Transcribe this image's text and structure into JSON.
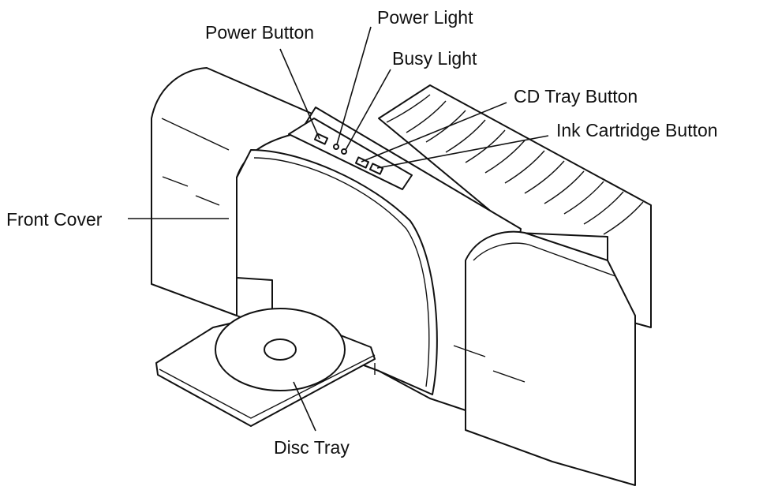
{
  "labels": {
    "power_button": "Power Button",
    "power_light": "Power Light",
    "busy_light": "Busy Light",
    "cd_tray_button": "CD Tray Button",
    "ink_cartridge_button": "Ink Cartridge Button",
    "front_cover": "Front Cover",
    "disc_tray": "Disc Tray"
  },
  "colors": {
    "line": "#111111",
    "background": "#ffffff"
  }
}
